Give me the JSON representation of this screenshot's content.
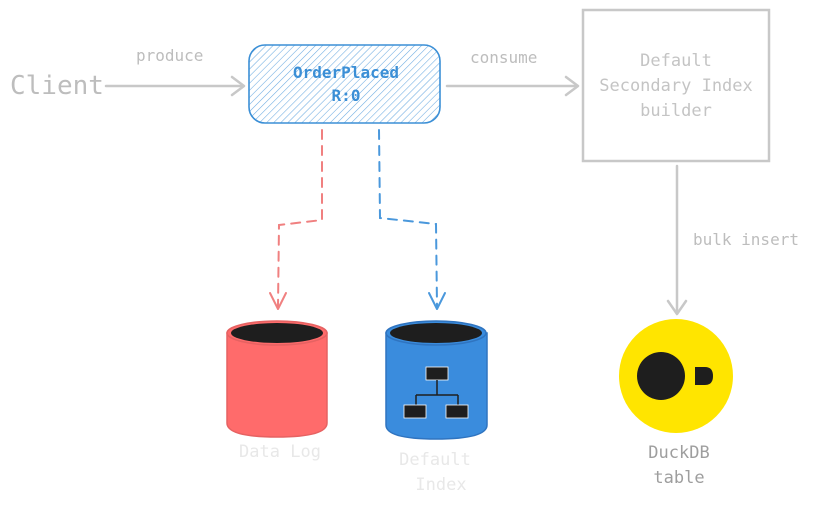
{
  "client": {
    "label": "Client"
  },
  "edges": {
    "produce": "produce",
    "consume": "consume",
    "bulk_insert": "bulk insert"
  },
  "event": {
    "name": "OrderPlaced",
    "rev": "R:0"
  },
  "builder": {
    "line1": "Default",
    "line2": "Secondary Index",
    "line3": "builder"
  },
  "data_log": {
    "label": "Data Log"
  },
  "default_index": {
    "line1": "Default",
    "line2": "Index"
  },
  "duckdb": {
    "line1": "DuckDB",
    "line2": "table"
  },
  "colors": {
    "gray": "#c8c8c8",
    "text_gray": "#bdbdbd",
    "event_stroke": "#3b8fd6",
    "event_text": "#3b8fd6",
    "red": "#ff6b6b",
    "red_dark": "#e66262",
    "blue": "#3a8cdd",
    "blue_dark": "#2f74c0",
    "yellow": "#ffe500",
    "black": "#1e1e1e"
  },
  "icons": [
    "arrow-icon",
    "database-icon",
    "tree-icon",
    "duckdb-logo-icon"
  ]
}
